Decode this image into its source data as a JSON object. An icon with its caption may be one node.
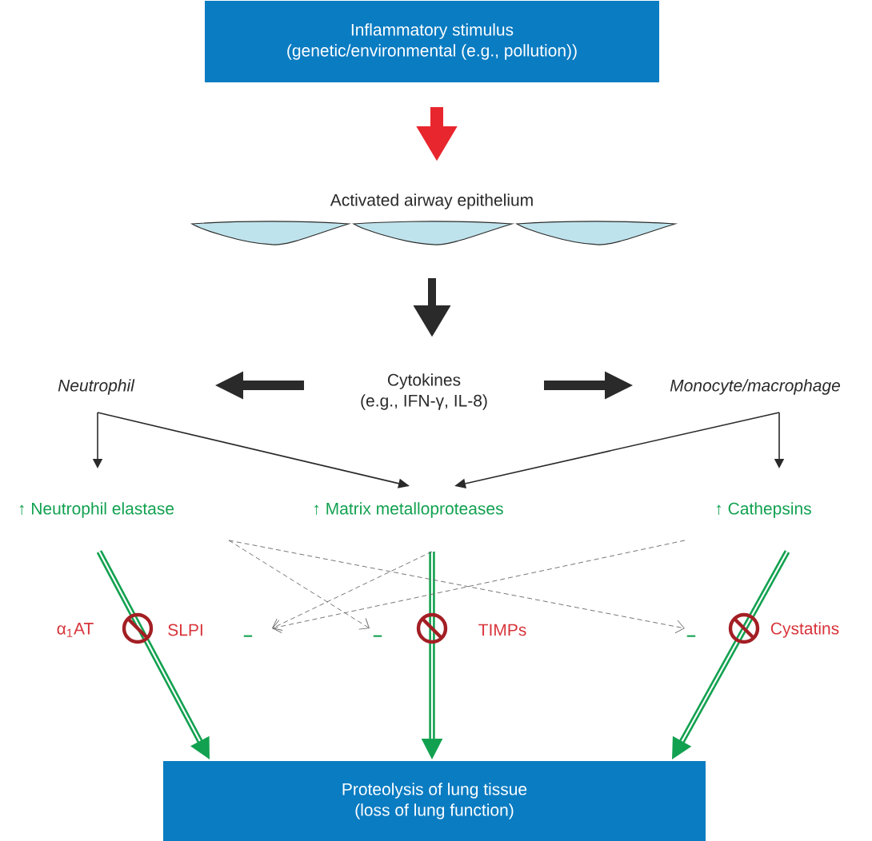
{
  "diagram": {
    "nodes": [
      {
        "text": [
          "Inflammatory stimulus",
          "(genetic/environmental (e.g., pollution))"
        ]
      },
      {
        "text": [
          "Activated airway epithelium"
        ]
      },
      {
        "text": [
          "Cytokines",
          "(e.g., IFN-γ, IL-8)"
        ]
      },
      {
        "text": [
          "Neutrophil"
        ]
      },
      {
        "text": [
          "Monocyte/macrophage"
        ]
      },
      {
        "text": [
          "↑ Neutrophil elastase"
        ]
      },
      {
        "text": [
          "↑ Matrix metalloproteases"
        ]
      },
      {
        "text": [
          "↑ Cathepsins"
        ]
      },
      {
        "text": [
          "Proteolysis of lung tissue",
          "(loss of lung function)"
        ]
      },
      {
        "text": [
          "–"
        ]
      },
      {
        "text": [
          "–"
        ]
      },
      {
        "text": [
          "–"
        ]
      }
    ],
    "edges": [
      {
        "from": 0,
        "to": 1,
        "arrow": "to",
        "style": "thick",
        "color": "#e8262d"
      },
      {
        "from": 1,
        "to": 2,
        "arrow": "to",
        "style": "thick"
      },
      {
        "from": 2,
        "to": 3,
        "arrow": "to",
        "style": "thick"
      },
      {
        "from": 2,
        "to": 4,
        "arrow": "to",
        "style": "thick"
      },
      {
        "from": 3,
        "to": 5,
        "arrow": "to"
      },
      {
        "from": 3,
        "to": 6,
        "arrow": "to"
      },
      {
        "from": 4,
        "to": 6,
        "arrow": "to"
      },
      {
        "from": 4,
        "to": 7,
        "arrow": "to"
      },
      {
        "from": 5,
        "to": 8,
        "arrow": "to",
        "style": "thick",
        "color": "#12a150"
      },
      {
        "from": 6,
        "to": 8,
        "arrow": "to",
        "style": "thick",
        "color": "#12a150"
      },
      {
        "from": 7,
        "to": 8,
        "arrow": "to",
        "style": "thick",
        "color": "#12a150"
      },
      {
        "from": 5,
        "to": 10,
        "arrow": "to",
        "style": "dashed",
        "color": "#666666"
      },
      {
        "from": 5,
        "to": 11,
        "arrow": "to",
        "style": "dashed",
        "color": "#666666"
      },
      {
        "from": 6,
        "to": 9,
        "arrow": "to",
        "style": "dashed",
        "color": "#666666"
      },
      {
        "from": 7,
        "to": 9,
        "arrow": "to",
        "style": "dashed",
        "color": "#666666"
      }
    ],
    "labels": [
      "α$_{1}$AT",
      "SLPI",
      "TIMPs",
      "Cystatins"
    ]
  }
}
